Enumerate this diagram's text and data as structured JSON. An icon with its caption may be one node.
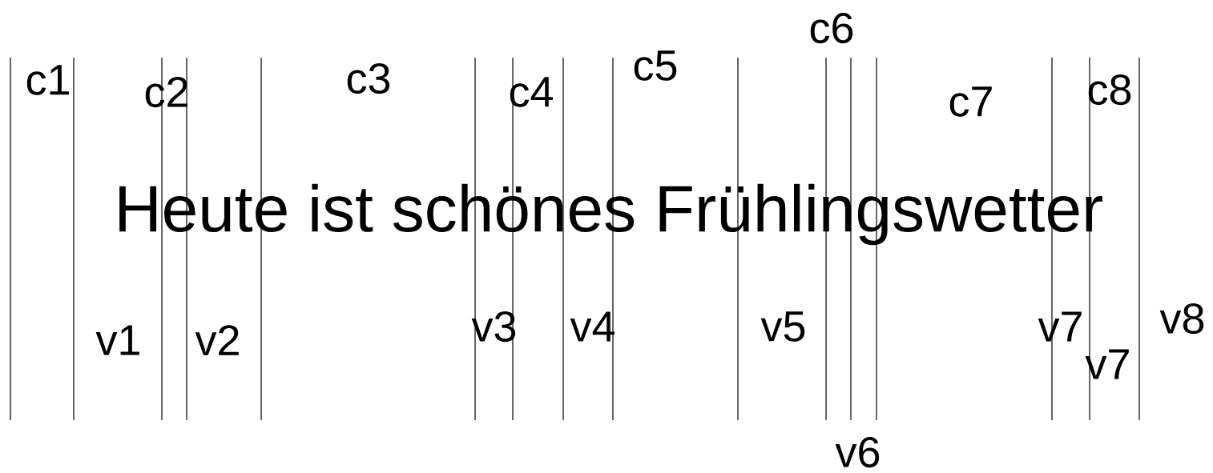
{
  "diagram": {
    "labels": [
      "c1",
      "c2",
      "c3",
      "c4",
      "c5",
      "c6",
      "c7",
      "c8",
      "Heute ist schönes Frühlingswetter",
      "v1",
      "v2",
      "v3",
      "v4",
      "v5",
      "v6",
      "v7",
      "v7",
      "v8"
    ]
  }
}
